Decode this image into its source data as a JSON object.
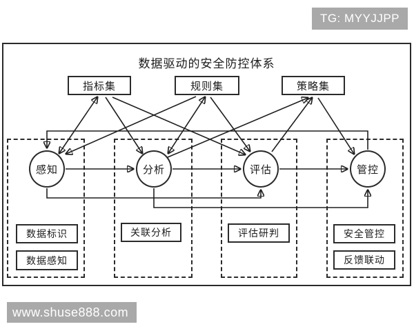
{
  "watermarks": {
    "telegram_badge": "TG: MYYJJPP",
    "site_badge": "www.shuse888.com"
  },
  "diagram": {
    "title": "数据驱动的安全防控体系",
    "top_boxes": [
      {
        "label": "指标集"
      },
      {
        "label": "规则集"
      },
      {
        "label": "策略集"
      }
    ],
    "columns": [
      {
        "stage": "感知",
        "items": [
          "数据标识",
          "数据感知"
        ]
      },
      {
        "stage": "分析",
        "items": [
          "关联分析"
        ]
      },
      {
        "stage": "评估",
        "items": [
          "评估研判"
        ]
      },
      {
        "stage": "管控",
        "items": [
          "安全管控",
          "反馈联动"
        ]
      }
    ],
    "flow": {
      "main_chain": [
        "感知",
        "分析",
        "评估",
        "管控"
      ],
      "feedback_top": "管控→感知",
      "feedback_bottom": [
        "感知→评估",
        "分析→管控"
      ]
    },
    "colors": {
      "line": "#1f1f1f",
      "border": "#2a2a2a",
      "box_bg": "#ffffff",
      "badge_bg": "#a9a9a9",
      "badge_text": "#ffffff"
    }
  }
}
